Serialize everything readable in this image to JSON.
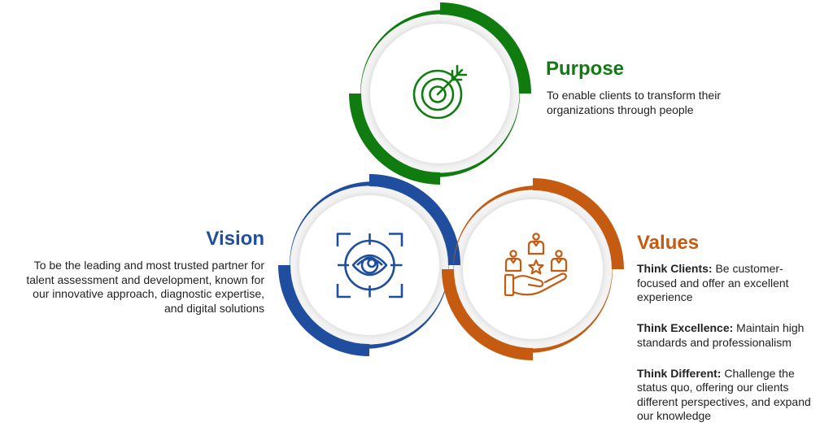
{
  "colors": {
    "purpose": "#107c10",
    "vision": "#1f4e9e",
    "values": "#c55a11",
    "text": "#222222",
    "ring_band": "#f3f3f3"
  },
  "purpose": {
    "title": "Purpose",
    "icon": "target-arrow-icon",
    "lines": [
      "To enable clients to transform their",
      "organizations through people"
    ]
  },
  "vision": {
    "title": "Vision",
    "icon": "eye-focus-icon",
    "lines": [
      "To be the leading and most trusted partner for",
      "talent assessment and development, known for",
      "our innovative approach, diagnostic expertise,",
      "and digital solutions"
    ]
  },
  "values": {
    "title": "Values",
    "icon": "hand-people-star-icon",
    "items": [
      {
        "label": "Think Clients:",
        "lines": [
          "Be customer-",
          "focused and offer an excellent",
          "experience"
        ]
      },
      {
        "label": "Think Excellence:",
        "lines": [
          "Maintain high",
          "standards and professionalism"
        ]
      },
      {
        "label": "Think Different:",
        "lines": [
          "Challenge the",
          "status quo, offering our clients",
          "different perspectives, and expand",
          "our knowledge"
        ]
      }
    ]
  }
}
